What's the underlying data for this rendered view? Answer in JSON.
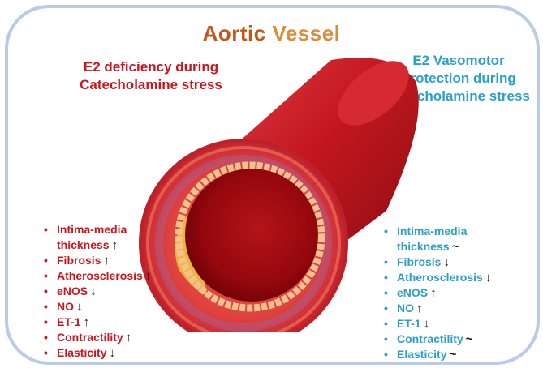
{
  "title": {
    "word1": "Aortic",
    "word2": "Vessel"
  },
  "left_heading": {
    "line1": "E2 deficiency during",
    "line2": "Catecholamine stress"
  },
  "right_heading": {
    "line1": "E2 Vasomotor",
    "line2": "Protection during",
    "line3": "Catecholamine stress"
  },
  "left_items": [
    {
      "line1": "Intima-media",
      "line2": "thickness",
      "arrow": "🠕"
    },
    {
      "label": "Fibrosis",
      "arrow": "🠕"
    },
    {
      "label": "Atherosclerosis",
      "arrow": "🠕"
    },
    {
      "label": "eNOS",
      "arrow": "🠗"
    },
    {
      "label": "NO",
      "arrow": "🠗"
    },
    {
      "label": "ET-1",
      "arrow": "🠕"
    },
    {
      "label": "Contractility",
      "arrow": "🠕"
    },
    {
      "label": "Elasticity",
      "arrow": "🠗"
    }
  ],
  "right_items": [
    {
      "line1": "Intima-media",
      "line2": "thickness",
      "arrow": "~"
    },
    {
      "label": "Fibrosis",
      "arrow": "🠗"
    },
    {
      "label": "Atherosclerosis",
      "arrow": "🠗"
    },
    {
      "label": "eNOS",
      "arrow": "🠕"
    },
    {
      "label": "NO",
      "arrow": "🠕"
    },
    {
      "label": "ET-1",
      "arrow": "🠗"
    },
    {
      "label": "Contractility",
      "arrow": "~"
    },
    {
      "label": "Elasticity",
      "arrow": "~"
    }
  ],
  "bullet": "•",
  "colors": {
    "left": "#c8161d",
    "right": "#2aa0c8",
    "title1": "#c0571b",
    "title2": "#d98c3a",
    "frame": "#b9cbe6"
  }
}
